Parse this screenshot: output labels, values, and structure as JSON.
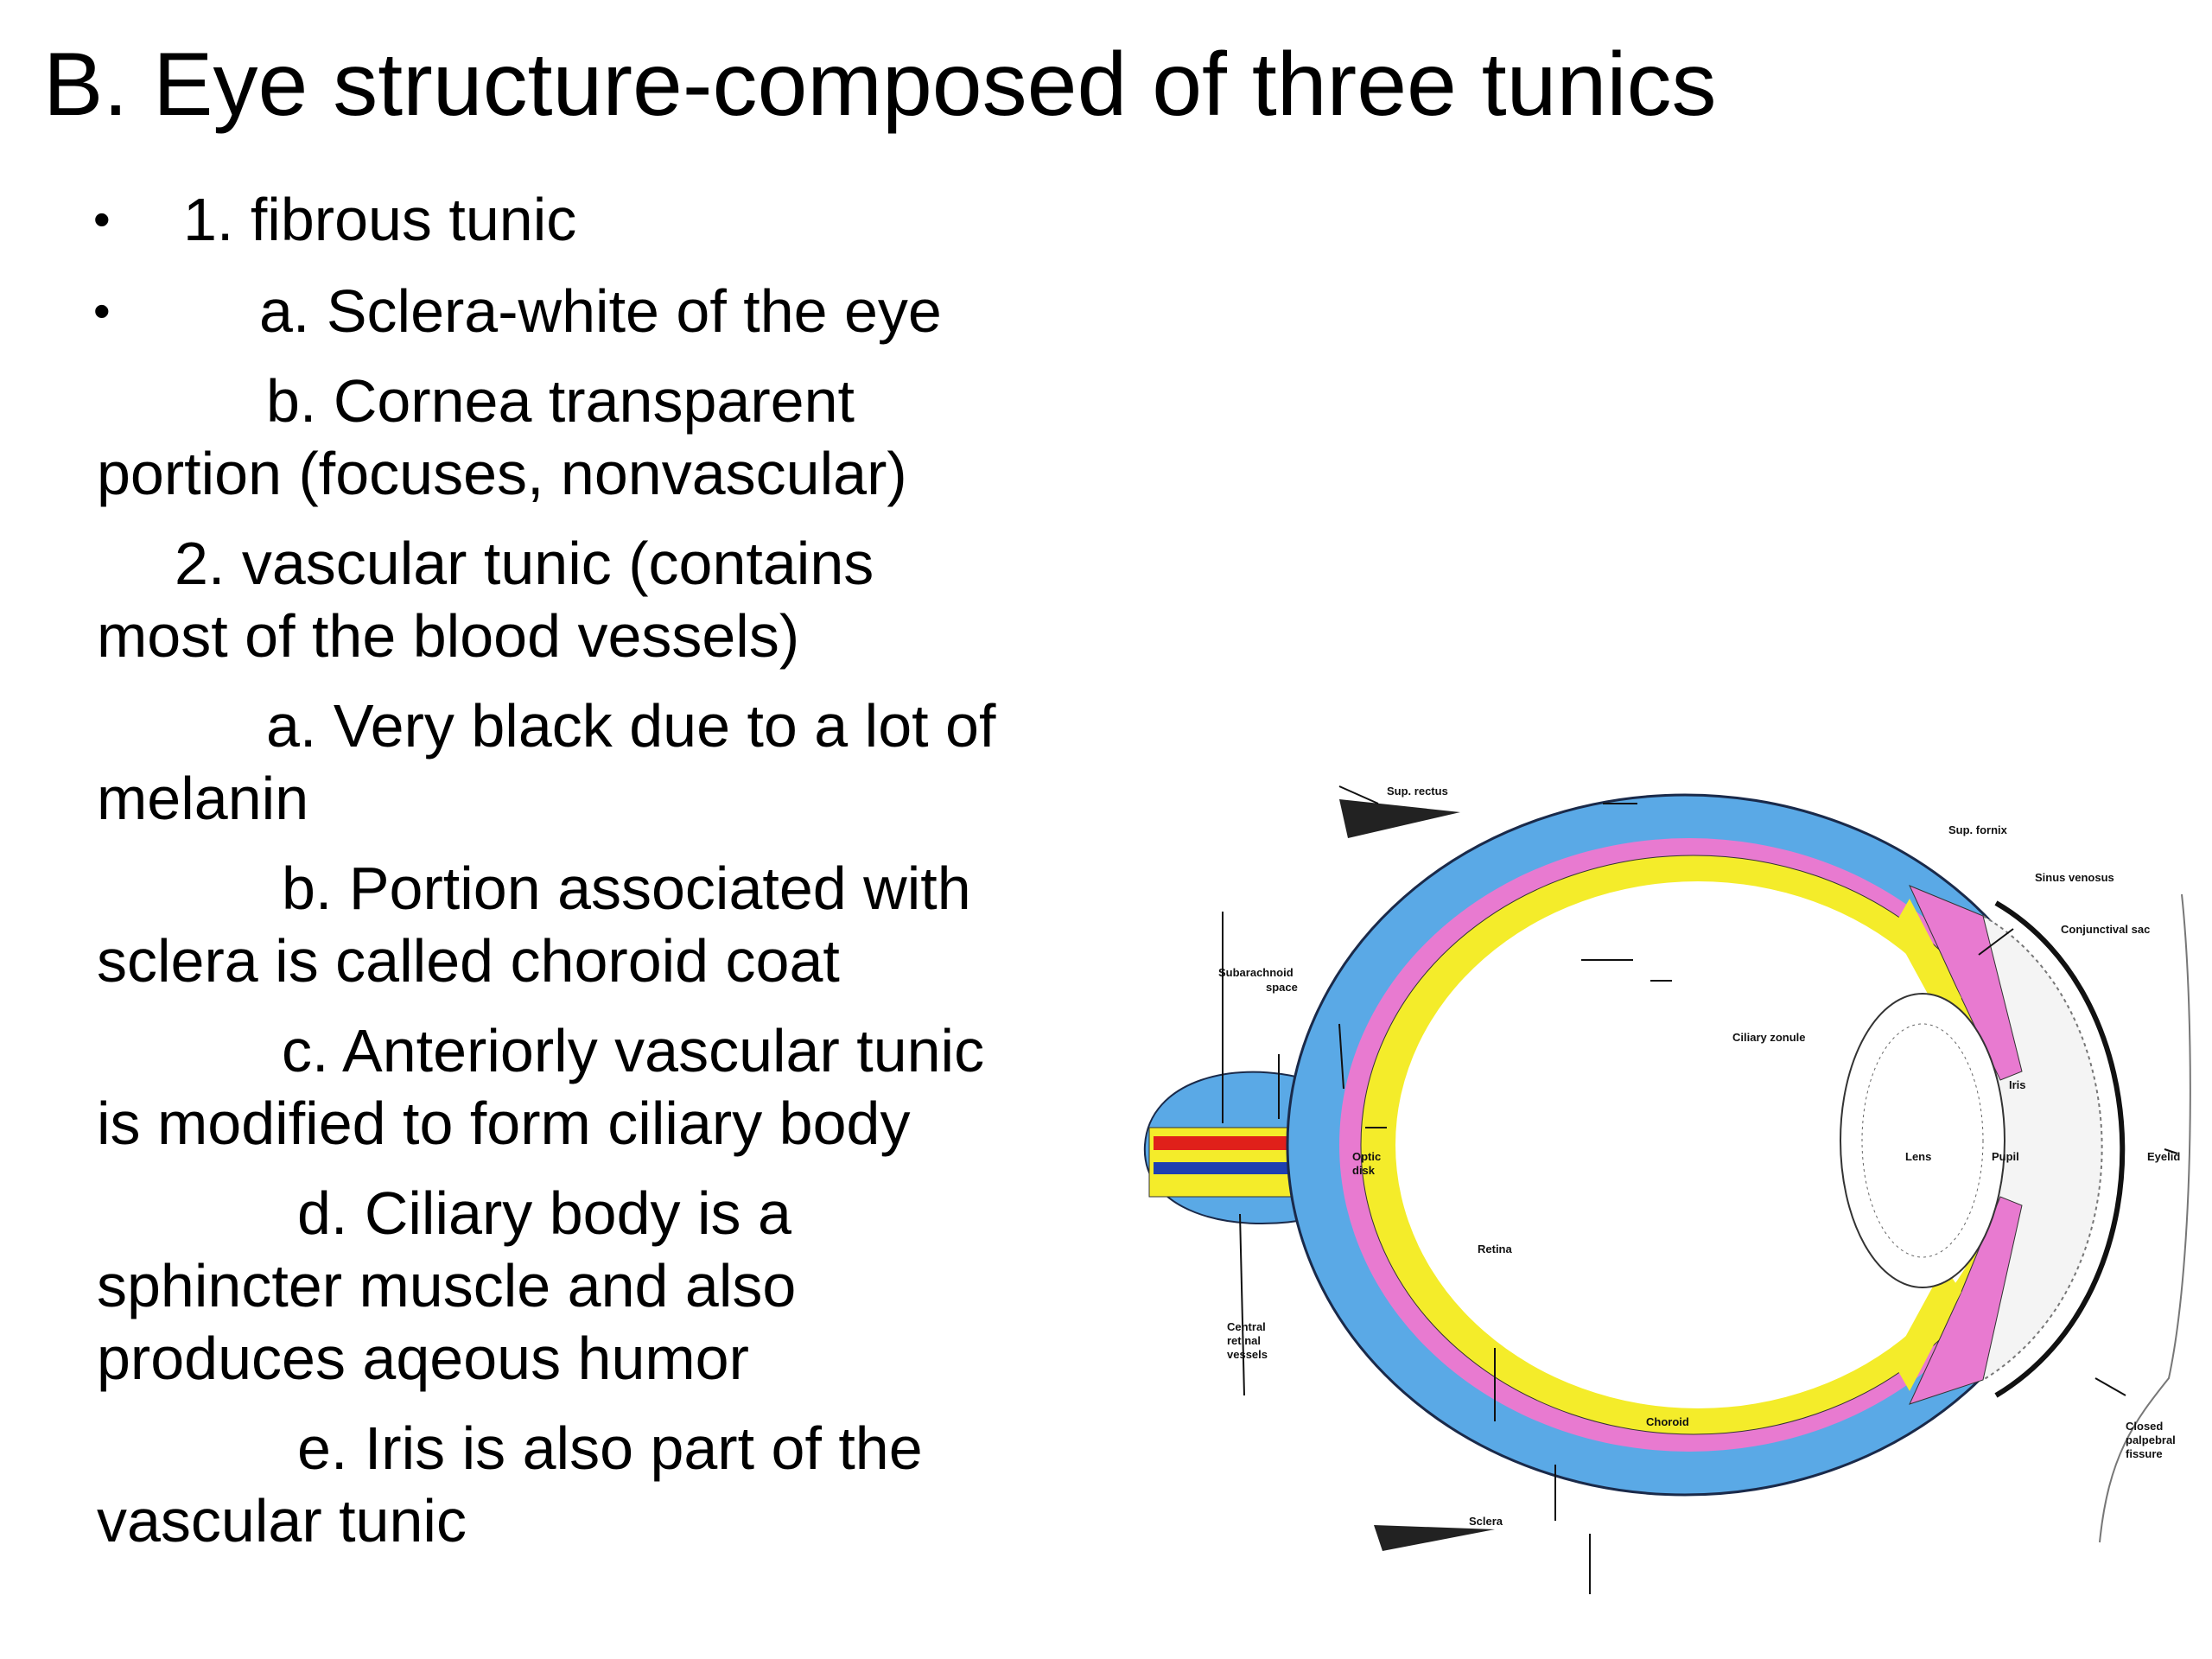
{
  "slide": {
    "title": "B.  Eye structure-composed of three tunics",
    "lines": [
      {
        "bullet": "•",
        "text": "1.  fibrous tunic"
      },
      {
        "bullet": "•",
        "text": "a.  Sclera-white of the eye"
      },
      {
        "text": "b.  Cornea transparent"
      },
      {
        "text": "portion (focuses, nonvascular)"
      },
      {
        "text": "2.  vascular tunic (contains"
      },
      {
        "text": "most of the blood vessels)"
      },
      {
        "text": "a.  Very black due to a lot of"
      },
      {
        "text": "melanin"
      },
      {
        "text": "b.  Portion associated with"
      },
      {
        "text": "sclera is called choroid coat"
      },
      {
        "text": "c.  Anteriorly vascular tunic"
      },
      {
        "text": "is modified to form ciliary body"
      },
      {
        "text": "d.  Ciliary body is a"
      },
      {
        "text": "sphincter muscle and also"
      },
      {
        "text": "produces aqeous humor"
      },
      {
        "text": "e.  Iris is also part of the"
      },
      {
        "text": "vascular tunic"
      }
    ]
  },
  "diagram": {
    "labels": {
      "sup_rectus": "Sup. rectus",
      "sup_fornix": "Sup. fornix",
      "sinus_venosus": "Sinus venosus",
      "conjunctival_sac": "Conjunctival sac",
      "subarachnoid_1": "Subarachnoid",
      "subarachnoid_2": "space",
      "ciliary_zonule": "Ciliary zonule",
      "iris": "Iris",
      "optic_1": "Optic",
      "optic_2": "disk",
      "lens": "Lens",
      "pupil": "Pupil",
      "eyelid": "Eyelid",
      "retina": "Retina",
      "central_1": "Central",
      "central_2": "retinal",
      "central_3": "vessels",
      "choroid": "Choroid",
      "closed_1": "Closed",
      "closed_2": "palpebral",
      "closed_3": "fissure",
      "sclera": "Sclera"
    },
    "colors": {
      "sclera": "#5aa9e6",
      "choroid": "#e87ad0",
      "retina": "#f4ec2a",
      "optic_artery": "#e0201a",
      "optic_vein": "#1f3fb0"
    }
  }
}
